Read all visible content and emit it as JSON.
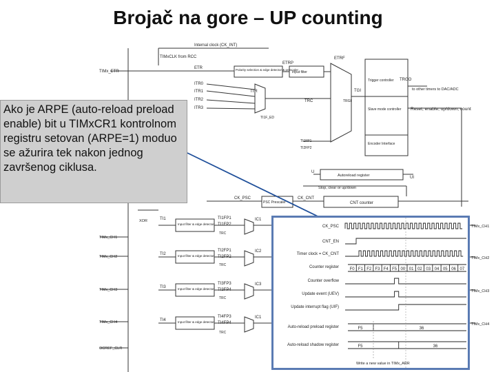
{
  "slide": {
    "title": "Brojač na gore – UP counting",
    "callout_text": "Ako je ARPE (auto-reload preload enable) bit u TIMxCR1 kontrolnom registru setovan (ARPE=1) moduo se ažurira tek nakon jednog završenog ciklusa."
  },
  "block_diagram": {
    "internal_clock": "Internal clock (CK_INT)",
    "timx_clk": "TIMxCLK from RCC",
    "timx_etr": "TIMx_ETR",
    "etr": "ETR",
    "etrp": "ETRP",
    "etrf": "ETRF",
    "polarity_block": "Polarity selection & edge detector & prescaler",
    "input_filter": "Input filter",
    "itr_inputs": [
      "ITR0",
      "ITR1",
      "ITR2",
      "ITR3"
    ],
    "itr": "ITR",
    "trc": "TRC",
    "tgi": "TGI",
    "trgi": "TRGI",
    "ti1f_ed": "TI1F_ED",
    "ti1fp1": "TI1FP1",
    "ti2fp2": "TI2FP2",
    "trigger_controller": "Trigger controller",
    "slave_controller": "Slave mode controller",
    "encoder_interface": "Encoder Interface",
    "trgo": "TRGO",
    "trgo_dest": "to other timers to DAC/ADC",
    "reset_enable": "Reset, enable, up/down, count",
    "u_label": "U",
    "ui_label": "UI",
    "autoreload_register": "Autoreload register",
    "stop_clear": "Stop, clear or up/down",
    "ck_psc": "CK_PSC",
    "psc": "PSC Prescaler",
    "ck_cnt": "CK_CNT",
    "cnt": "CNT counter",
    "xor": "XOR",
    "channels_left": [
      "TIMx_CH1",
      "TIMx_CH2",
      "TIMx_CH3",
      "TIMx_CH4"
    ],
    "ti_labels": [
      "TI1",
      "TI2",
      "TI3",
      "TI4"
    ],
    "filter_block": "Input filter & edge detector",
    "fp_labels": [
      [
        "TI1FP1",
        "TI1FP2"
      ],
      [
        "TI2FP1",
        "TI2FP2"
      ],
      [
        "TI3FP3",
        "TI3FP4"
      ],
      [
        "TI4FP3",
        "TI4FP4"
      ]
    ],
    "ic_labels": [
      "IC1",
      "IC2",
      "IC3",
      "IC1"
    ],
    "channels_right": [
      "TIMx_CH1",
      "TIMx_CH2",
      "TIMx_CH3",
      "TIMx_CH4"
    ],
    "ocref_clr": "OCREF_CLR"
  },
  "timing": {
    "signals": [
      "CK_PSC",
      "CNT_EN",
      "Timer clock = CK_CNT",
      "Counter register",
      "Counter overflow",
      "Update event (UEV)",
      "Update interrupt flag (UIF)",
      "Auto-reload preload register",
      "Auto-reload shadow register"
    ],
    "counter_values": [
      "F0",
      "F1",
      "F2",
      "F3",
      "F4",
      "F5",
      "00",
      "01",
      "02",
      "03",
      "04",
      "05",
      "06",
      "07"
    ],
    "preload_values": [
      "F5",
      "36"
    ],
    "shadow_values": [
      "F5",
      "36"
    ],
    "footnote": "Write a new value in TIMx_ARR"
  }
}
